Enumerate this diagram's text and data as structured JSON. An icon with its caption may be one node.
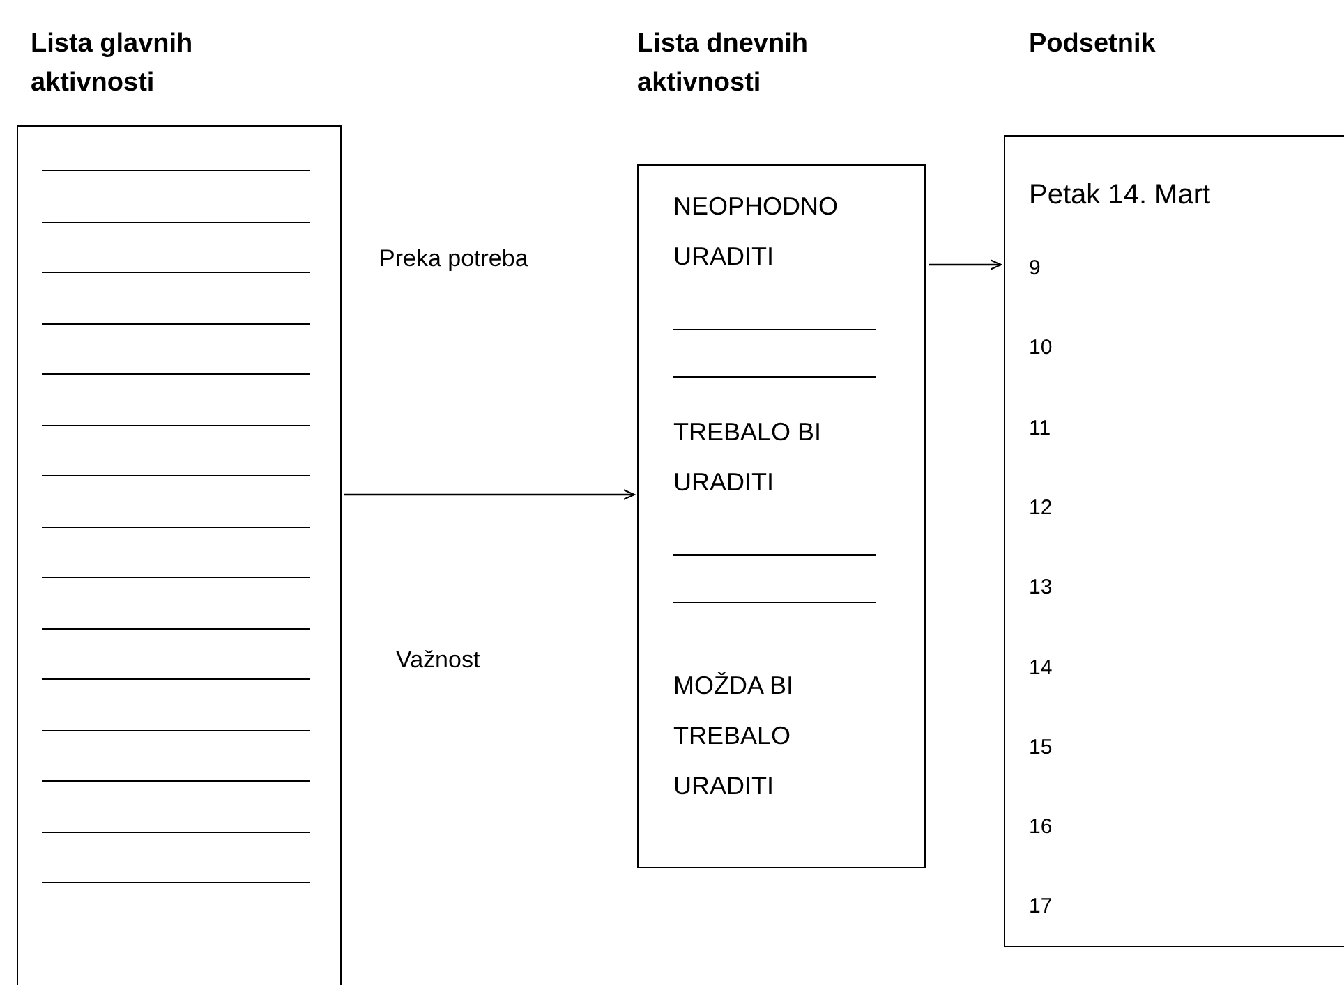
{
  "diagram": {
    "nodes": [
      {
        "text": [
          "Lista glavnih aktivnosti"
        ]
      },
      {
        "text": [
          "Lista dnevnih aktivnosti",
          "NEOPHODNO URADITI",
          "TREBALO BI URADITI",
          "MOŽDA BI TREBALO URADITI"
        ]
      },
      {
        "text": [
          "Podsetnik",
          "Petak 14. Mart",
          "9",
          "10",
          "11",
          "12",
          "13",
          "14",
          "15",
          "16",
          "17"
        ]
      }
    ],
    "edges": [
      {
        "from": 0,
        "to": 1,
        "arrow": "to"
      },
      {
        "from": 1,
        "to": 2,
        "arrow": "to"
      }
    ],
    "labels": [
      "Preka potreba",
      "Važnost"
    ]
  }
}
